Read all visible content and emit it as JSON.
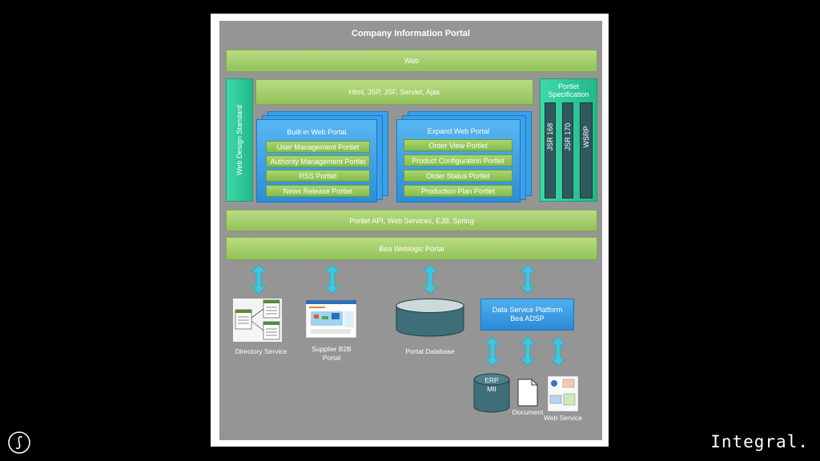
{
  "diagram": {
    "title": "Company Information Portal",
    "layers": {
      "web": "Web",
      "tech": "Html, JSP, JSF, Servlet, Ajax",
      "api": "Portlet API, Web Services, EJB, Spring",
      "weblogic": "Bea Weblogic Portal"
    },
    "left_column": "Web Design Standard",
    "builtin_portal": {
      "title": "Built-in Web Portal",
      "portlets": [
        "User Management Portlet",
        "Authority Management Portlet",
        "RSS Portlet",
        "News Release Portlet"
      ]
    },
    "expand_portal": {
      "title": "Expand Web Portal",
      "portlets": [
        "Order View Portlet",
        "Product Configuration Portlet",
        "Order Status Portlet",
        "Production Plan Portlet"
      ]
    },
    "portlet_spec": {
      "title": "Portlet Specification",
      "standards": [
        "JSR 168",
        "JSR 170",
        "WSRP"
      ]
    },
    "services": {
      "directory": "Directory Service",
      "supplier": "Supplier B2B Portal",
      "database": "Portal Database",
      "data_service_platform": [
        "Data Service Platform",
        "Bea ADSP"
      ],
      "erp": [
        "ERP",
        "MII"
      ],
      "document": "Document",
      "web_service": "Web Service"
    }
  },
  "branding": {
    "wordmark": "Integral."
  },
  "colors": {
    "background": "#000000",
    "canvas": "#959595",
    "green": "#93c25a",
    "teal": "#22b98a",
    "blue": "#2d8ed8",
    "arrow": "#3fc7e0"
  }
}
